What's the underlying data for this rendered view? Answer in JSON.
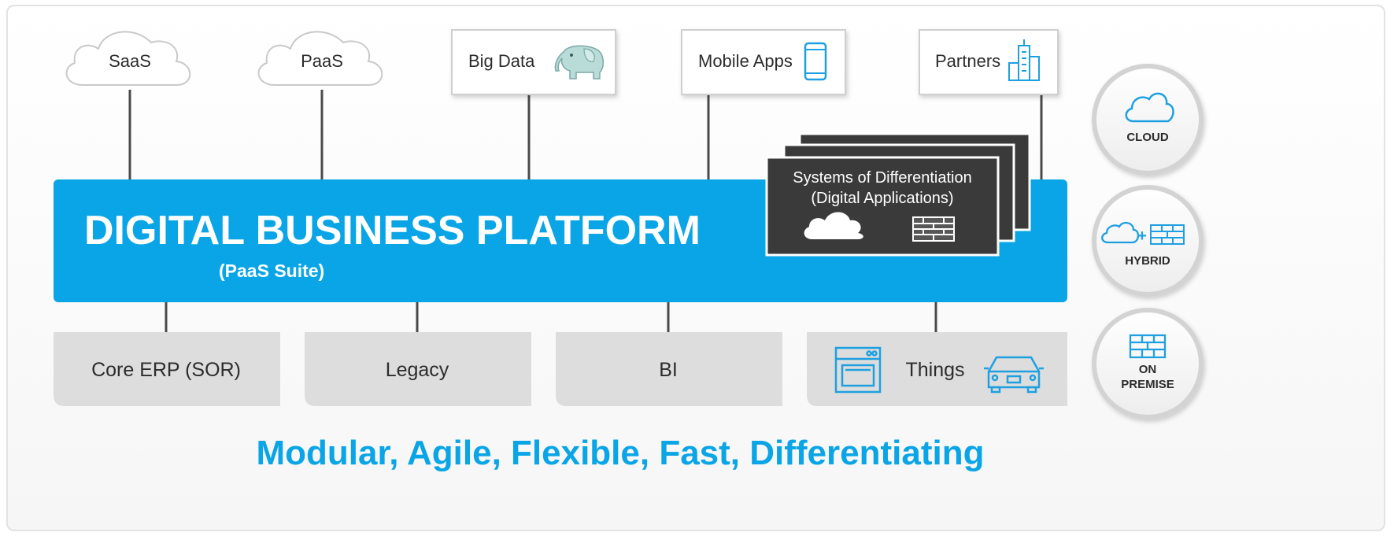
{
  "top_nodes": [
    {
      "label": "SaaS",
      "icon": "cloud-outline-icon"
    },
    {
      "label": "PaaS",
      "icon": "cloud-outline-icon"
    },
    {
      "label": "Big Data",
      "icon": "elephant-icon"
    },
    {
      "label": "Mobile Apps",
      "icon": "mobile-phone-icon"
    },
    {
      "label": "Partners",
      "icon": "buildings-icon"
    }
  ],
  "platform": {
    "title": "DIGITAL BUSINESS PLATFORM",
    "subtitle": "(PaaS Suite)",
    "color": "#0aa5e6"
  },
  "differentiation": {
    "line1": "Systems of Differentiation",
    "line2": "(Digital Applications)",
    "icons": [
      "cloud-icon",
      "brick-wall-icon"
    ],
    "card_color": "#3a3a3a"
  },
  "bottom_nodes": [
    {
      "label": "Core ERP (SOR)"
    },
    {
      "label": "Legacy"
    },
    {
      "label": "BI"
    },
    {
      "label": "Things",
      "icons": [
        "appliance-icon",
        "car-icon"
      ]
    }
  ],
  "deployment": [
    {
      "label": "CLOUD",
      "icon": "cloud-outline-icon"
    },
    {
      "label": "HYBRID",
      "icon": "cloud-plus-wall-icon"
    },
    {
      "label_line1": "ON",
      "label_line2": "PREMISE",
      "icon": "brick-wall-icon"
    }
  ],
  "tagline": "Modular,  Agile, Flexible, Fast, Differentiating",
  "colors": {
    "accent": "#0aa5e6",
    "line": "#4a4a4a",
    "bottom_box": "#dddddd",
    "dark_card": "#3a3a3a"
  }
}
